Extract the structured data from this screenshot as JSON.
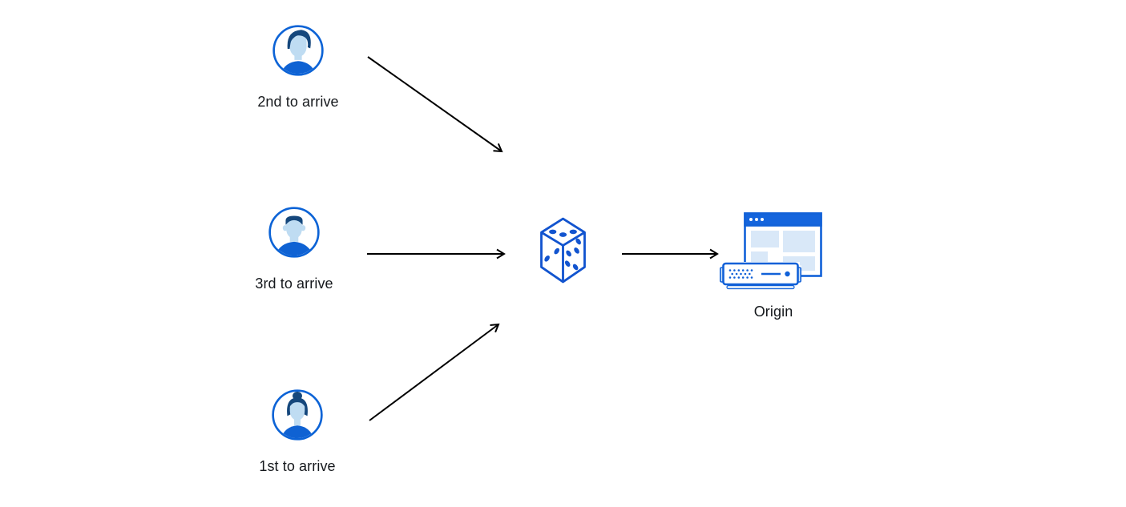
{
  "diagram": {
    "background_color": "#ffffff",
    "accent_color": "#1161d8",
    "hair_color": "#15477c",
    "skin_color": "#bfdcf2",
    "shirt_color": "#0f62d3",
    "panel_fill_color": "#d9e8f8",
    "arrow_color": "#000000",
    "users": [
      {
        "label": "2nd to arrive",
        "avatar": "man-swept-hair-avatar"
      },
      {
        "label": "3rd to arrive",
        "avatar": "man-short-hair-avatar"
      },
      {
        "label": "1st to arrive",
        "avatar": "woman-hair-bun-avatar"
      }
    ],
    "randomizer": {
      "icon": "dice",
      "top_face_pips": 3,
      "left_face_pips": 2,
      "right_face_pips": 5
    },
    "origin": {
      "label": "Origin",
      "icons": [
        "browser-window",
        "server"
      ]
    }
  }
}
